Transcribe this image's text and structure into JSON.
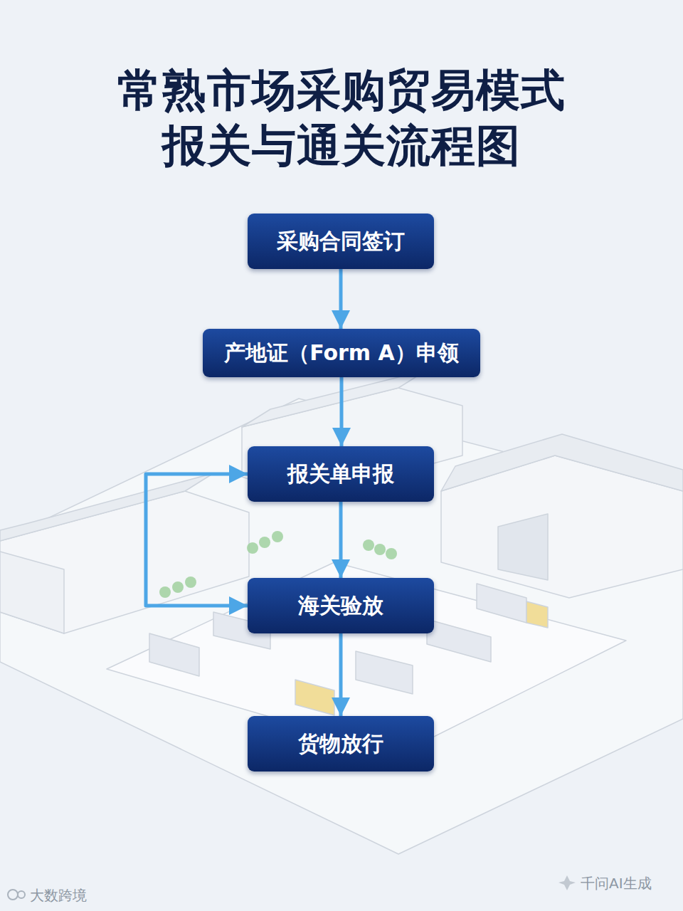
{
  "diagram": {
    "title": "常熟市场采购贸易模式 报关与通关流程图",
    "nodes": [
      {
        "text": [
          "采购合同签订"
        ]
      },
      {
        "text": [
          "产地证（Form A）申领"
        ]
      },
      {
        "text": [
          "报关单申报"
        ]
      },
      {
        "text": [
          "海关验放"
        ]
      },
      {
        "text": [
          "货物放行"
        ]
      }
    ],
    "edges": [
      {
        "from": 0,
        "to": 1,
        "arrow": "to"
      },
      {
        "from": 1,
        "to": 2,
        "arrow": "to"
      },
      {
        "from": 2,
        "to": 3,
        "arrow": "to"
      },
      {
        "from": 3,
        "to": 4,
        "arrow": "to"
      },
      {
        "from": 2,
        "to": 3,
        "arrow": "both"
      }
    ],
    "labels": [
      "大数跨境",
      "千问AI生成"
    ]
  }
}
